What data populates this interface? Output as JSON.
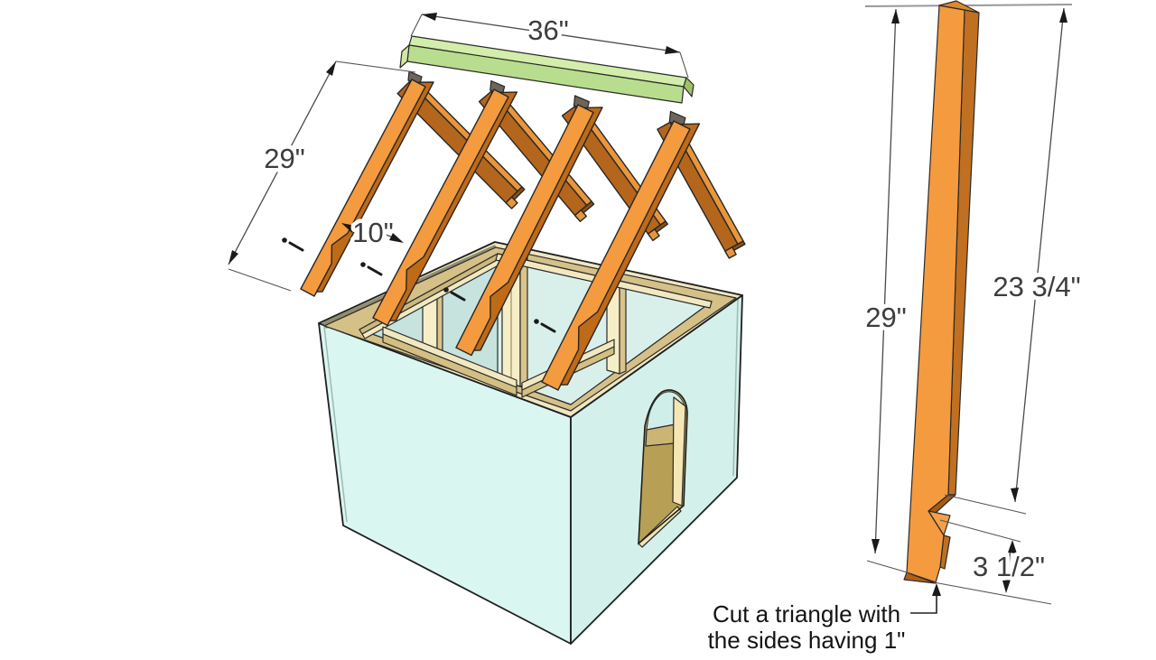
{
  "diagram": {
    "type": "woodworking-plan",
    "subject": "dog-house-roof-rafters",
    "labels": {
      "ridge_board_length": "36\"",
      "rafter_length": "29\"",
      "rafter_spacing": "10\"",
      "detail_rafter_length": "29\"",
      "detail_upper_segment": "23 3/4\"",
      "detail_lower_segment": "3 1/2\"",
      "callout_line1": "Cut a triangle with",
      "callout_line2": "the sides having 1\""
    },
    "colors": {
      "rafter_face": "#f49a3f",
      "rafter_shade": "#bf6a17",
      "rafter_dark_face": "#b4661c",
      "ridge_board_top": "#d3edaa",
      "ridge_board_face": "#b9dd8e",
      "wall_exterior": "#daf6f1",
      "wall_interior": "#c6e3de",
      "frame_tan": "#d5c088",
      "frame_cream": "#f2e8c0",
      "door_interior": "#b7a055",
      "dimension_text": "#3d3d3d",
      "callout_text": "#141414"
    }
  }
}
